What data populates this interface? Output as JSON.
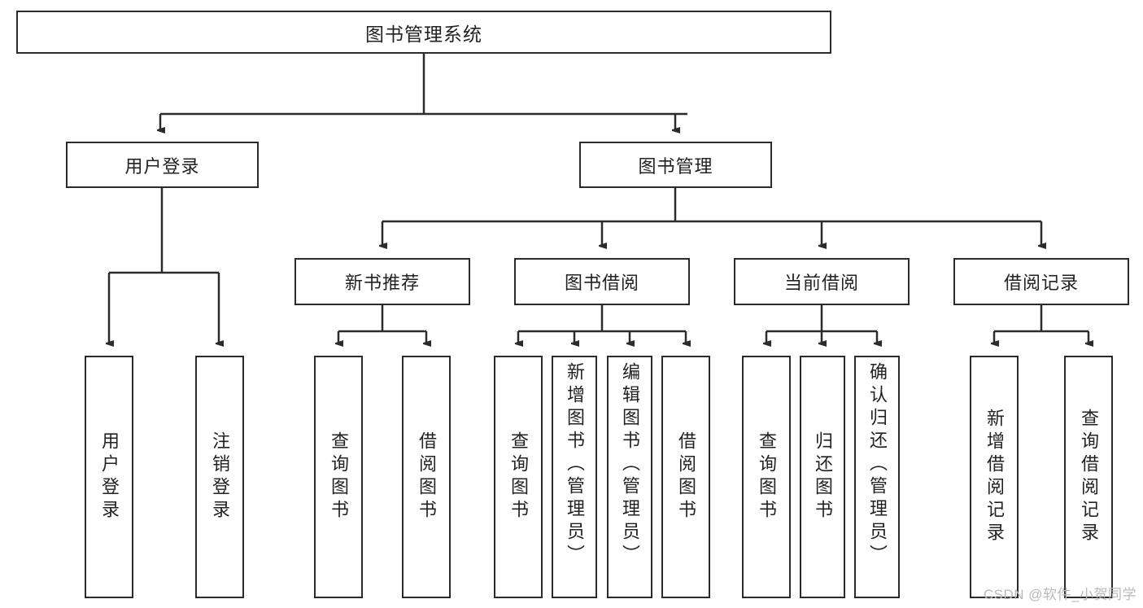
{
  "diagram": {
    "title": "图书管理系统",
    "type": "tree-hierarchy",
    "watermark": "CSDN @软件_小贺同学",
    "colors": {
      "stroke": "#2b2b2b",
      "fill": "#ffffff",
      "text": "#222222",
      "watermark": "#b9b9b9"
    },
    "root": {
      "label": "图书管理系统"
    },
    "level2": [
      {
        "label": "用户登录"
      },
      {
        "label": "图书管理"
      }
    ],
    "level3": [
      {
        "label": "新书推荐"
      },
      {
        "label": "图书借阅"
      },
      {
        "label": "当前借阅"
      },
      {
        "label": "借阅记录"
      }
    ],
    "leaves": {
      "user_login": [
        {
          "label": "用户登录"
        },
        {
          "label": "注销登录"
        }
      ],
      "new_book": [
        {
          "label": "查询图书"
        },
        {
          "label": "借阅图书"
        }
      ],
      "book_borrow": [
        {
          "label": "查询图书"
        },
        {
          "label": "新增图书（管理员）"
        },
        {
          "label": "编辑图书（管理员）"
        },
        {
          "label": "借阅图书"
        }
      ],
      "current_borrow": [
        {
          "label": "查询图书"
        },
        {
          "label": "归还图书"
        },
        {
          "label": "确认归还（管理员）"
        }
      ],
      "borrow_record": [
        {
          "label": "新增借阅记录"
        },
        {
          "label": "查询借阅记录"
        }
      ]
    }
  }
}
